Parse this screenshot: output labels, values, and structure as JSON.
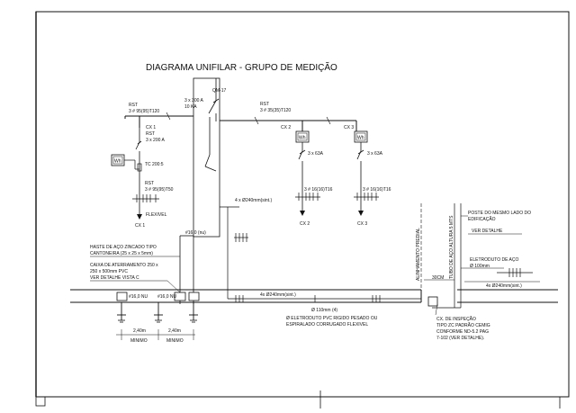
{
  "diagram": {
    "title": "DIAGRAMA UNIFILAR - GRUPO DE MEDIÇÃO",
    "main_breaker": {
      "label": "QM-17",
      "rating": "3 x 300 A",
      "icc": "10 KA"
    },
    "feeders": {
      "main_left": {
        "label": "RST",
        "cable": "3 # 95(95)T120"
      },
      "main_right": {
        "label": "RST",
        "cable": "3 # 35(35)T120"
      },
      "cx1_down": {
        "label": "RST",
        "cable": "3 # 95(95)T50"
      }
    },
    "cx1": {
      "name": "CX 1",
      "meter": "Wh",
      "breaker_label": "RST",
      "breaker_rating": "3 x 200 A",
      "tc": "TC 200:5",
      "flex": "FLEXIVEL",
      "bottom_label": "CX 1"
    },
    "cx2": {
      "name": "CX 2",
      "meter": "Wh",
      "breaker": "3 x 63A",
      "cable": "3 # 16(16)T16",
      "bottom_label": "CX 2"
    },
    "cx3": {
      "name": "CX 3",
      "meter": "Wh",
      "breaker": "3 x 63A",
      "cable": "3 # 16(16)T16",
      "bottom_label": "CX 3"
    },
    "conduit_top": "4 x Ø240mm(sint.)",
    "conduit_bottom": "4x Ø240mm(sint.)",
    "bare_cable_top": "#16,0 (nu)",
    "notes": {
      "haste": [
        "HASTE DE AÇO ZINCADO TIPO",
        "CANTONEIRA (25 x 25 x 5mm)"
      ],
      "caixa": [
        "CAIXA DE ATERRAMENTO 250 x",
        "250 x 500mm PVC",
        "VER DETALHE   VISTA C"
      ],
      "nu1": "#16,0 NU",
      "nu2": "#16,0 NU",
      "dist1": "2,40m",
      "dist2": "2,40m",
      "minimo1": "MINIMO",
      "minimo2": "MINIMO",
      "duct_size": "Ø   110mm (4)",
      "eletroduto": [
        "Ø  ELETRODUTO PVC RIGIDO PESADO  OU",
        "ESPIRALADO CORRUGADO FLEXIVEL"
      ],
      "poste": [
        "POSTE DO MESMO LADO DO",
        "EDIFICAÇÃO"
      ],
      "ver_detalhe": "VER DETALHE",
      "eletroduto_aco": [
        "ELETRODUTO DE AÇO",
        "Ø 100mm"
      ],
      "conduit_right": "4x Ø240mm(sint.)",
      "dim_30": "30CM",
      "alinhamento": "ALINHAMENTO PREDIAL",
      "tubo": "TUBO DE AÇO ALTURA 5 MTS",
      "inspecao": [
        "CX. DE INSPEÇÃO",
        "TIPO ZC PADRÃO CEMIG",
        "CONFORME ND-5.2 PAG",
        "7-102  (VER DETALHE)."
      ]
    }
  }
}
